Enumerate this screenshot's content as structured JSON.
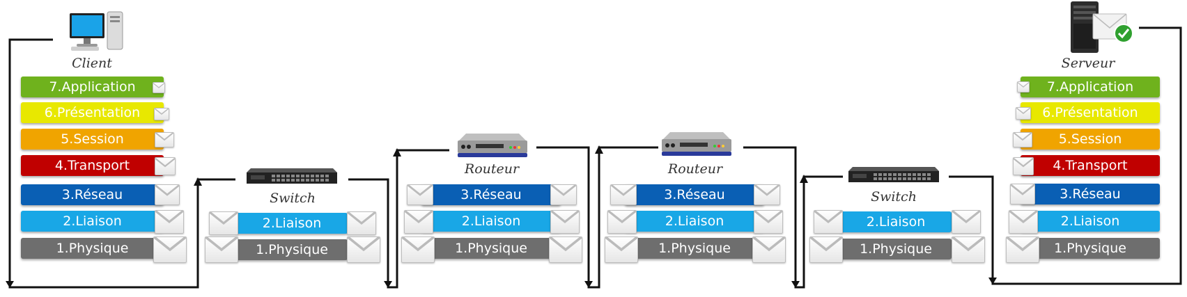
{
  "colors": {
    "application": "#6fb21d",
    "presentation": "#e8e800",
    "session": "#f0a400",
    "transport": "#c00000",
    "reseau": "#0a5fb4",
    "liaison": "#19a7e6",
    "physique": "#6e6e6e"
  },
  "client": {
    "label": "Client",
    "icon": "desktop-computer-icon",
    "layers": [
      "7.Application",
      "6.Présentation",
      "5.Session",
      "4.Transport",
      "3.Réseau",
      "2.Liaison",
      "1.Physique"
    ]
  },
  "switch1": {
    "label": "Switch",
    "icon": "network-switch-icon",
    "layers": [
      "2.Liaison",
      "1.Physique"
    ]
  },
  "router1": {
    "label": "Routeur",
    "icon": "router-icon",
    "layers": [
      "3.Réseau",
      "2.Liaison",
      "1.Physique"
    ]
  },
  "router2": {
    "label": "Routeur",
    "icon": "router-icon",
    "layers": [
      "3.Réseau",
      "2.Liaison",
      "1.Physique"
    ]
  },
  "switch2": {
    "label": "Switch",
    "icon": "network-switch-icon",
    "layers": [
      "2.Liaison",
      "1.Physique"
    ]
  },
  "server": {
    "label": "Serveur",
    "icon": "server-tower-icon",
    "badge_icon": "envelope-check-icon",
    "layers": [
      "7.Application",
      "6.Présentation",
      "5.Session",
      "4.Transport",
      "3.Réseau",
      "2.Liaison",
      "1.Physique"
    ]
  }
}
